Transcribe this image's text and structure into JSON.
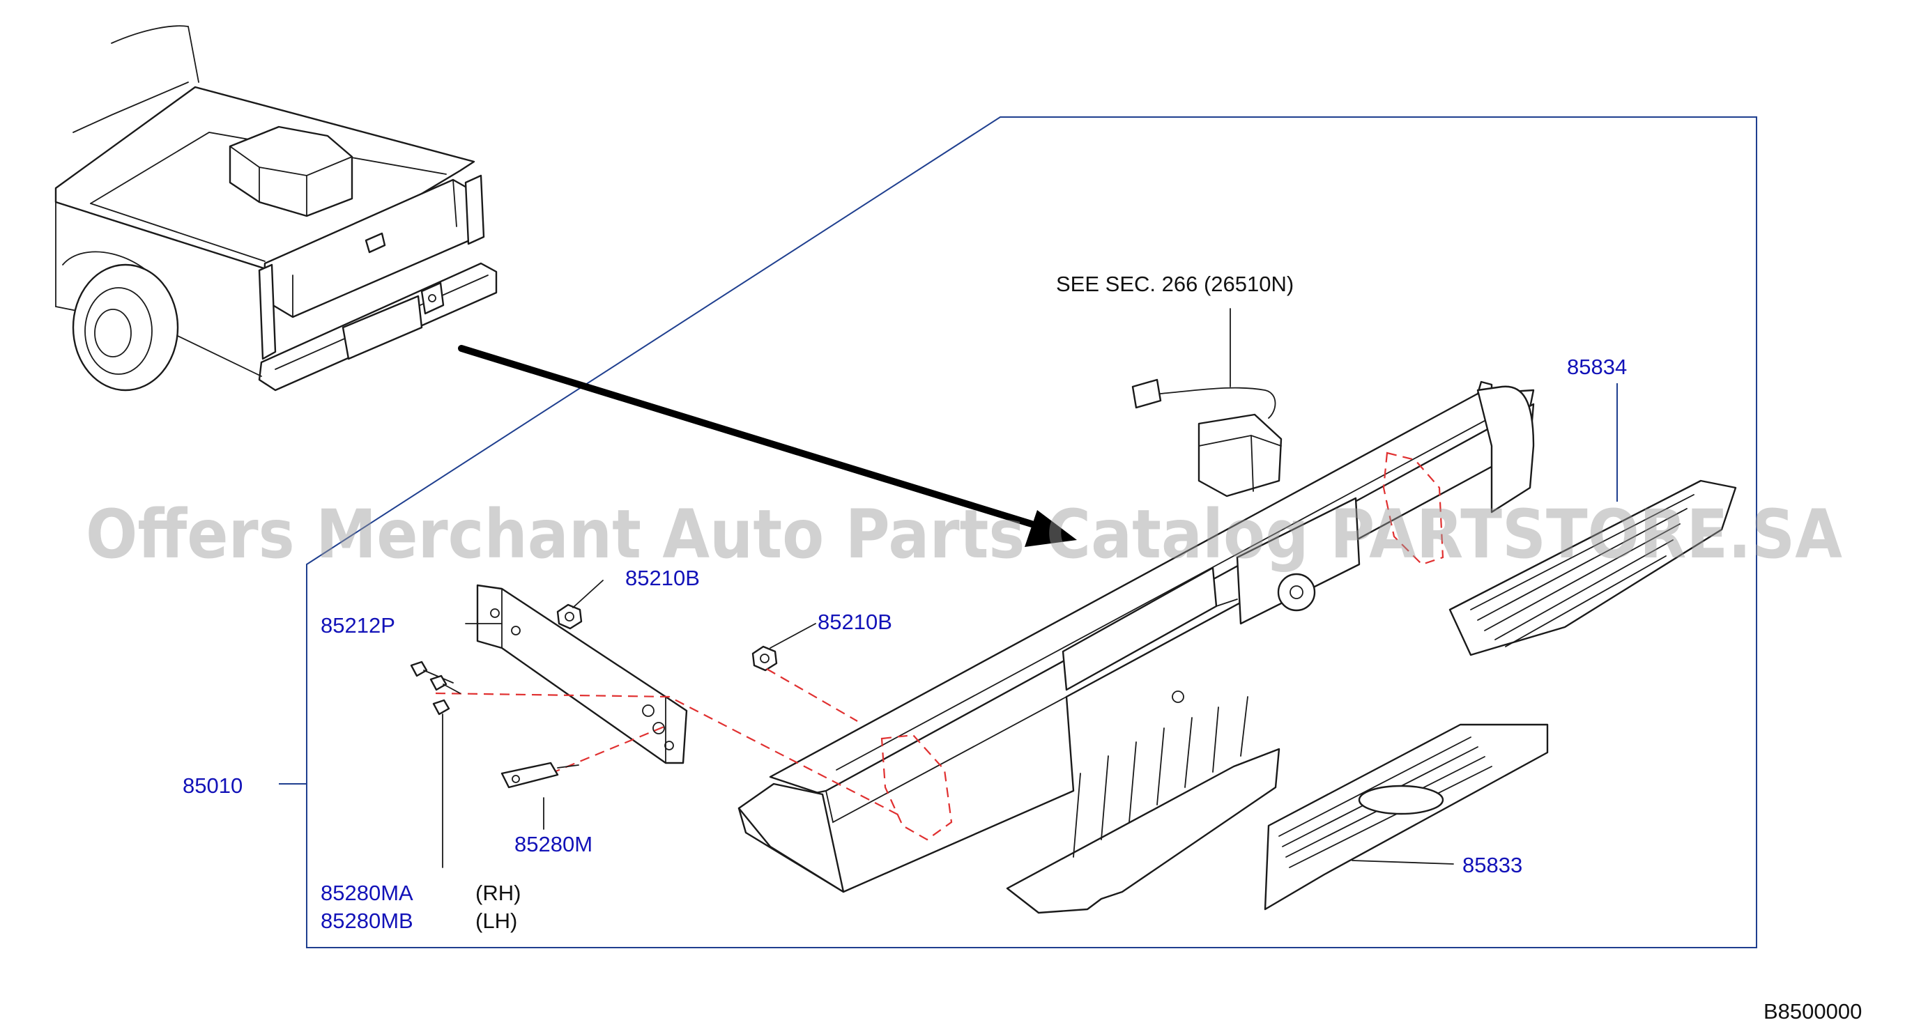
{
  "diagram": {
    "diagram_code": "B8500000",
    "watermark": "Offers Merchant Auto Parts Catalog PARTSTORE.SA",
    "note": "SEE  SEC.  266  (26510N)",
    "labels": {
      "p85834": "85834",
      "p85210b_a": "85210B",
      "p85210b_b": "85210B",
      "p85212p": "85212P",
      "p85010": "85010",
      "p85280m": "85280M",
      "p85280ma": "85280MA",
      "p85280mb": "85280MB",
      "rh": "(RH)",
      "lh": "(LH)",
      "p85833": "85833"
    },
    "colors": {
      "part_label": "#1212b8",
      "frame": "#1f3f8f",
      "hidden_line": "#e03030",
      "watermark": "#9a9a9a"
    }
  }
}
